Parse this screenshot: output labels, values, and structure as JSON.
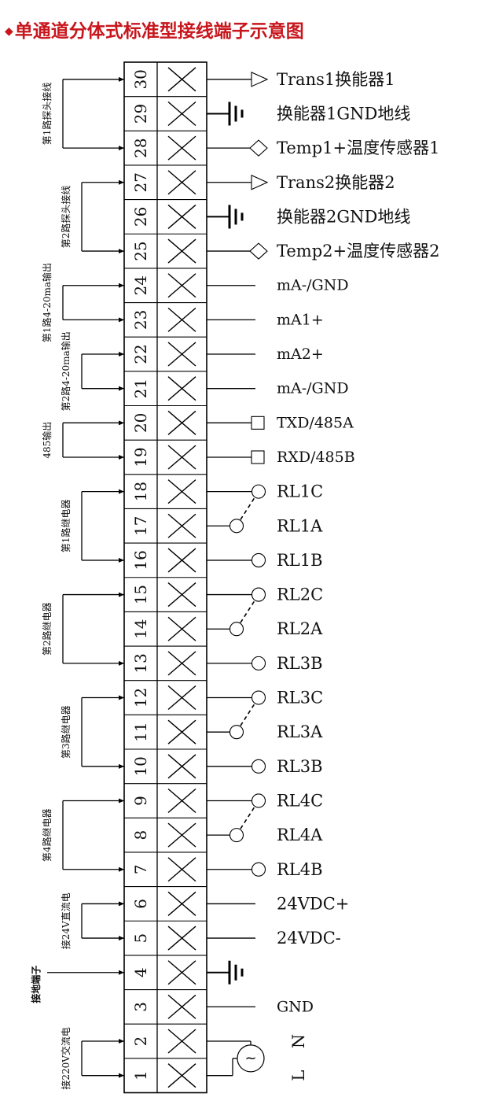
{
  "title": "单通道分体式标准型接线端子示意图",
  "title_color": "#c8161d",
  "terminals": [
    {
      "n": "30",
      "sig": "Trans1换能器1",
      "sym": "arrow"
    },
    {
      "n": "29",
      "sig": "换能器1GND地线",
      "sym": "ground"
    },
    {
      "n": "28",
      "sig": "Temp1+温度传感器1",
      "sym": "diamond"
    },
    {
      "n": "27",
      "sig": "Trans2换能器2",
      "sym": "arrow"
    },
    {
      "n": "26",
      "sig": "换能器2GND地线",
      "sym": "ground"
    },
    {
      "n": "25",
      "sig": "Temp2+温度传感器2",
      "sym": "diamond"
    },
    {
      "n": "24",
      "sig": "mA-/GND",
      "sym": "line"
    },
    {
      "n": "23",
      "sig": "mA1+",
      "sym": "line"
    },
    {
      "n": "22",
      "sig": "mA2+",
      "sym": "line"
    },
    {
      "n": "21",
      "sig": "mA-/GND",
      "sym": "line"
    },
    {
      "n": "20",
      "sig": "TXD/485A",
      "sym": "square"
    },
    {
      "n": "19",
      "sig": "RXD/485B",
      "sym": "square"
    },
    {
      "n": "18",
      "sig": "RL1C",
      "sym": "circle"
    },
    {
      "n": "17",
      "sig": "RL1A",
      "sym": "relay"
    },
    {
      "n": "16",
      "sig": "RL1B",
      "sym": "circle"
    },
    {
      "n": "15",
      "sig": "RL2C",
      "sym": "circle"
    },
    {
      "n": "14",
      "sig": "RL2A",
      "sym": "relay"
    },
    {
      "n": "13",
      "sig": "RL3B",
      "sym": "circle"
    },
    {
      "n": "12",
      "sig": "RL3C",
      "sym": "circle"
    },
    {
      "n": "11",
      "sig": "RL3A",
      "sym": "relay"
    },
    {
      "n": "10",
      "sig": "RL3B",
      "sym": "circle"
    },
    {
      "n": "9",
      "sig": "RL4C",
      "sym": "circle"
    },
    {
      "n": "8",
      "sig": "RL4A",
      "sym": "relay"
    },
    {
      "n": "7",
      "sig": "RL4B",
      "sym": "circle"
    },
    {
      "n": "6",
      "sig": "24VDC+",
      "sym": "line"
    },
    {
      "n": "5",
      "sig": "24VDC-",
      "sym": "line"
    },
    {
      "n": "4",
      "sig": "",
      "sym": "ground"
    },
    {
      "n": "3",
      "sig": "GND",
      "sym": "line"
    },
    {
      "n": "2",
      "sig": "N",
      "sym": "ac"
    },
    {
      "n": "1",
      "sig": "L",
      "sym": "ac"
    }
  ],
  "groups": [
    {
      "label": "第1路探头接线",
      "from": "30",
      "to": "28"
    },
    {
      "label": "第2路探头接线",
      "from": "27",
      "to": "25"
    },
    {
      "label": "第1路4-20ma输出",
      "from": "24",
      "to": "23"
    },
    {
      "label": "第2路4-20ma输出",
      "from": "22",
      "to": "21"
    },
    {
      "label": "485输出",
      "from": "20",
      "to": "19"
    },
    {
      "label": "第1路继电器",
      "from": "18",
      "to": "16"
    },
    {
      "label": "第2路继电器",
      "from": "15",
      "to": "13"
    },
    {
      "label": "第3路继电器",
      "from": "12",
      "to": "10"
    },
    {
      "label": "第4路继电器",
      "from": "9",
      "to": "7"
    },
    {
      "label": "接24V直流电",
      "from": "6",
      "to": "5"
    },
    {
      "label": "接地端子",
      "from": "4",
      "to": "4"
    },
    {
      "label": "接220V交流电",
      "from": "2",
      "to": "1"
    }
  ]
}
